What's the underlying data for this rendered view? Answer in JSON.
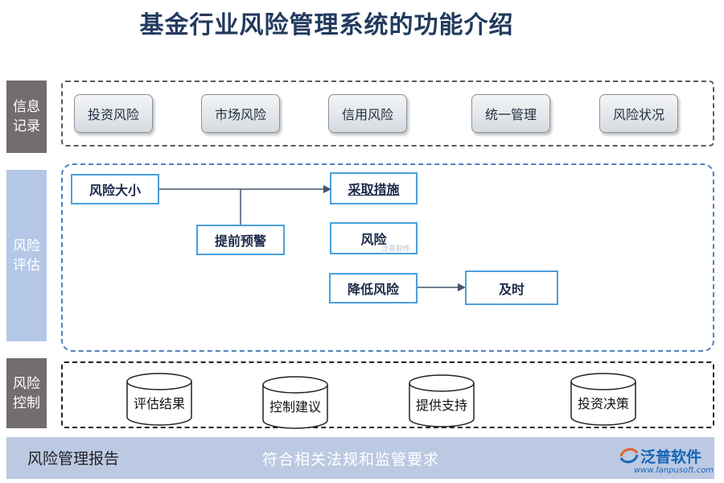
{
  "title": "基金行业风险管理系统的功能介绍",
  "sections": [
    {
      "label_line1": "信息",
      "label_line2": "记录",
      "color": "#736d6d"
    },
    {
      "label_line1": "风险",
      "label_line2": "评估",
      "color": "#b4c7e7"
    },
    {
      "label_line1": "风险",
      "label_line2": "控制",
      "color": "#736d6d"
    }
  ],
  "info_items": [
    "投资风险",
    "市场风险",
    "信用风险",
    "统一管理",
    "风险状况"
  ],
  "assessment": {
    "risk_size": "风险大小",
    "early_warning": "提前预警",
    "take_measures": "采取措施",
    "risk": "风险",
    "reduce_risk": "降低风险",
    "timely": "及时"
  },
  "control_items": [
    "评估结果",
    "控制建议",
    "提供支持",
    "投资决策"
  ],
  "footer": {
    "left": "风险管理报告",
    "center": "符合相关法规和监管要求"
  },
  "brand": {
    "name": "泛普软件",
    "url": "www.fanpusoft.com",
    "watermark": "泛普软件"
  }
}
